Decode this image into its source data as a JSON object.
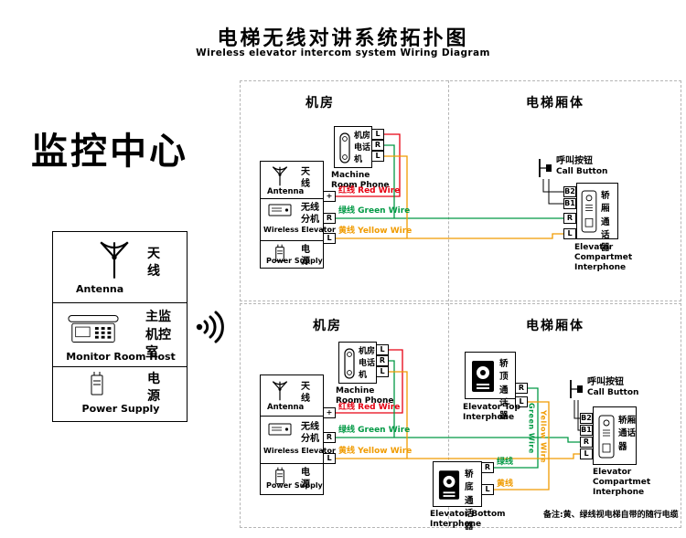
{
  "colors": {
    "red": "#e60012",
    "green": "#009944",
    "yellow": "#f09b00",
    "black": "#000000"
  },
  "header": {
    "title": "电梯无线对讲系统拓扑图",
    "subtitle": "Wireless elevator intercom system Wiring Diagram"
  },
  "monitor_center": {
    "title": "监控中心",
    "antenna_zh": "天\n线",
    "antenna_en": "Antenna",
    "host_zh": "主监\n机控\n室",
    "host_en": "Monitor Room Host",
    "power_zh": "电\n源",
    "power_en": "Power Supply"
  },
  "section_labels": {
    "machine_room": "机房",
    "elevator_body": "电梯厢体"
  },
  "machine_phone": {
    "zh": "机房\n电话\n机",
    "en": "Machine\nRoom Phone",
    "terminals": [
      "L",
      "R",
      "L"
    ]
  },
  "wireless_unit": {
    "antenna_zh": "天\n线",
    "antenna_en": "Antenna",
    "unit_zh": "无线\n分机",
    "unit_en": "Wireless Elevator",
    "power_zh": "电\n源",
    "power_en": "Power Supply",
    "terminals": [
      "+",
      "R",
      "L"
    ]
  },
  "wire_labels": {
    "red": "红线 Red Wire",
    "green": "绿线 Green Wire",
    "yellow": "黄线 Yellow Wire",
    "green_en": "Green Wire",
    "yellow_en": "Yellow Wire",
    "green_zh": "绿线",
    "yellow_zh": "黄线"
  },
  "call_button": {
    "zh": "呼叫按钮",
    "en": "Call Button"
  },
  "compartment_interphone": {
    "zh": "轿厢\n通话\n器",
    "en": "Elevator\nCompartmet\nInterphone",
    "terminals": [
      "B2",
      "B1",
      "R",
      "L"
    ]
  },
  "top_interphone": {
    "zh": "轿顶\n通话\n器",
    "en": "Elevator Top\nInterphone",
    "terminals": [
      "R",
      "L"
    ]
  },
  "bottom_interphone": {
    "zh": "轿底\n通话\n器",
    "en": "Elevator Bottom\nInterphone",
    "terminals": [
      "R",
      "L"
    ]
  },
  "note": "备注:黄、绿线视电梯自带的随行电缆"
}
